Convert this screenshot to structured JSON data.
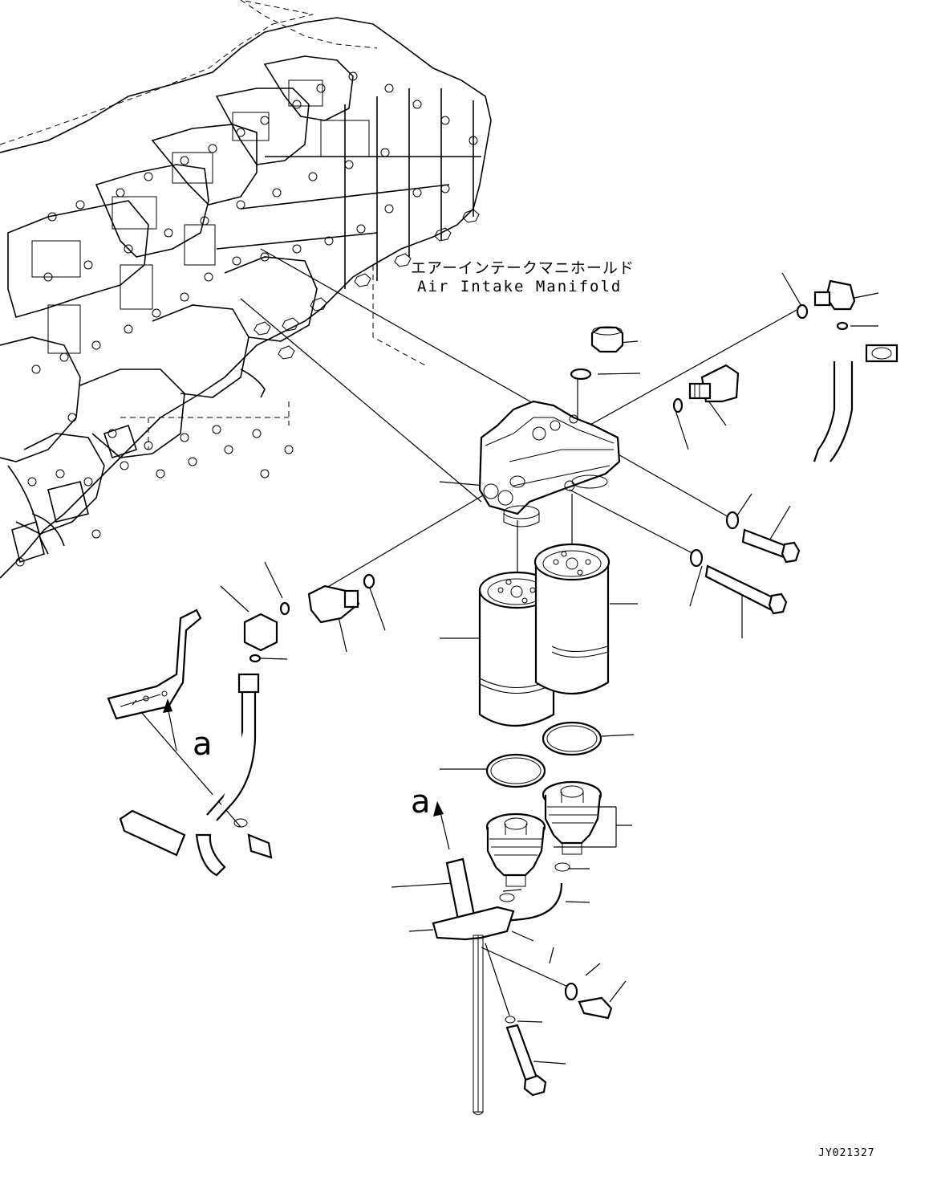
{
  "labels": {
    "manifold_jp": "エアーインテークマニホールド",
    "manifold_en": "Air Intake Manifold",
    "view_ref_left": "a",
    "view_ref_center": "a",
    "drawing_code": "JY021327"
  }
}
